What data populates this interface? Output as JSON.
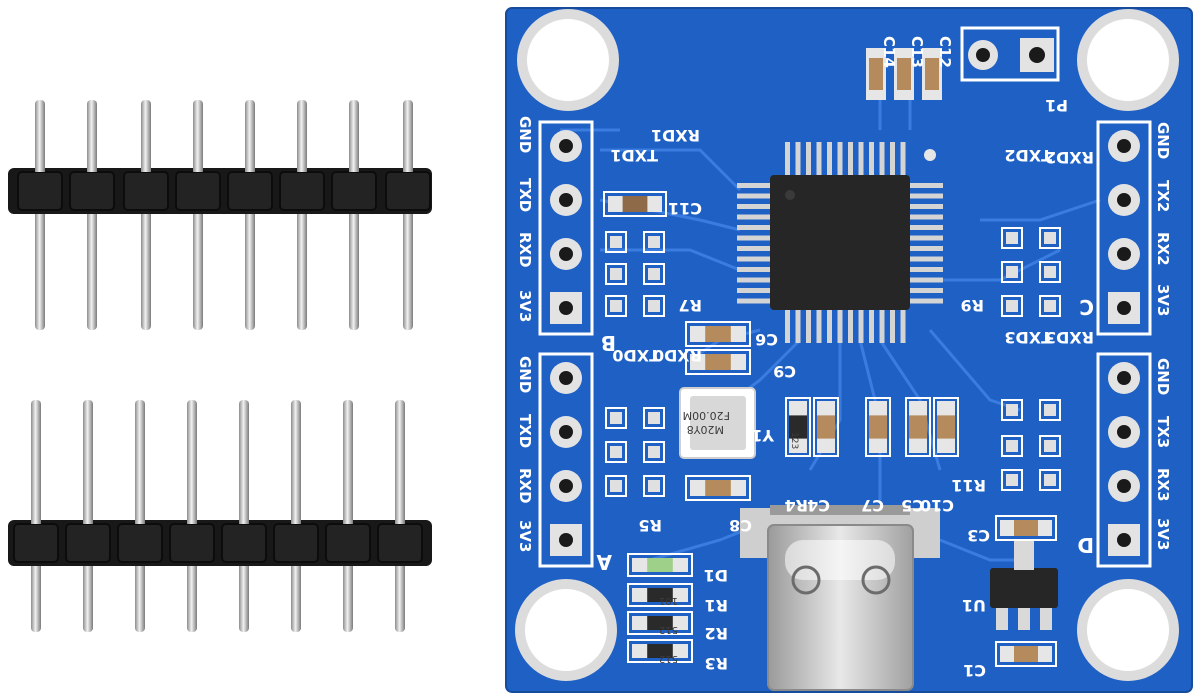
{
  "photo": {
    "subject_colors": {
      "pcb": "#1f63c9",
      "silkscreen": "#ffffff",
      "pin_metal": "#c9c9c9",
      "header_plastic": "#161616"
    }
  },
  "board": {
    "ports": [
      {
        "letter": "B",
        "pins": [
          "GND",
          "TXD",
          "RXD",
          "3V3"
        ],
        "tx_label": "TXD1",
        "rx_label": "RXD1"
      },
      {
        "letter": "A",
        "pins": [
          "GND",
          "TXD",
          "RXD",
          "3V3"
        ],
        "tx_label": "TXD0",
        "rx_label": "RXD0"
      },
      {
        "letter": "C",
        "pins": [
          "GND",
          "TX2",
          "RX2",
          "3V3"
        ],
        "tx_label": "TXD2",
        "rx_label": "RXD2"
      },
      {
        "letter": "D",
        "pins": [
          "GND",
          "TX3",
          "RX3",
          "3V3"
        ],
        "tx_label": "TXD3",
        "rx_label": "RXD3"
      }
    ],
    "refdes": {
      "p1": "P1",
      "y1": "Y1",
      "u1": "U1",
      "d1": "D1",
      "c1": "C1",
      "c3": "C3",
      "c4": "C4",
      "c5": "C5",
      "c7": "C7",
      "c8": "C8",
      "c9": "C9",
      "c10": "C10",
      "c11": "C11",
      "c12": "C12",
      "c13": "C13",
      "c14": "C14",
      "c6": "C6",
      "r1": "R1",
      "r2": "R2",
      "r3": "R3",
      "r4": "R4",
      "r5": "R5",
      "r7": "R7",
      "r9": "R9",
      "r11": "R11"
    },
    "markings": {
      "crystal": "F20.00M",
      "crystal_sub": "M20Y8",
      "resistor_101": "101",
      "resistor_512a": "512",
      "resistor_512b": "512",
      "r4_code": "123"
    }
  }
}
